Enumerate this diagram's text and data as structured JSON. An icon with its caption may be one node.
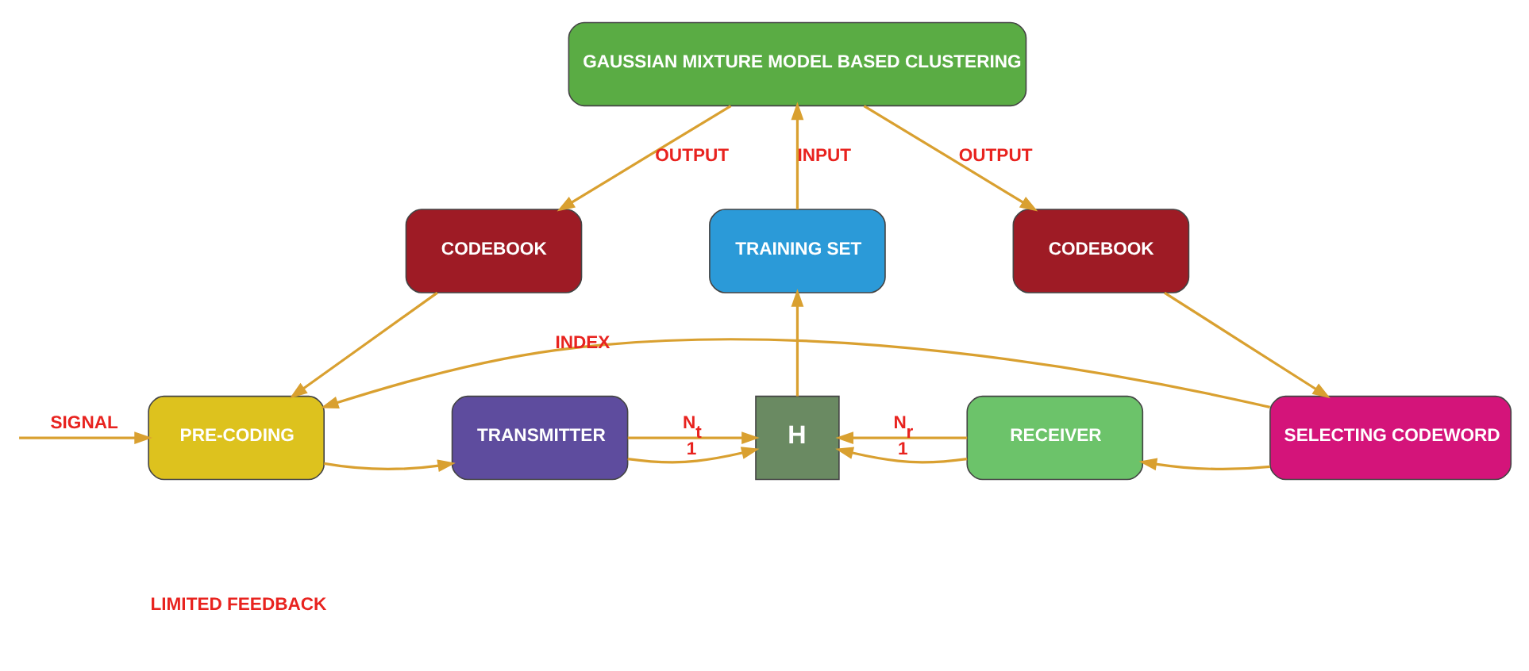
{
  "diagram": {
    "nodes": [
      {
        "text": [
          "GAUSSIAN MIXTURE MODEL BASED CLUSTERING"
        ]
      },
      {
        "text": [
          "CODEBOOK"
        ]
      },
      {
        "text": [
          "TRAINING SET"
        ]
      },
      {
        "text": [
          "CODEBOOK"
        ]
      },
      {
        "text": [
          "PRE-CODING"
        ]
      },
      {
        "text": [
          "TRANSMITTER"
        ]
      },
      {
        "text": [
          "H"
        ]
      },
      {
        "text": [
          "RECEIVER"
        ]
      },
      {
        "text": [
          "SELECTING CODEWORD"
        ]
      }
    ],
    "edges": [
      {
        "from": 0,
        "to": 1,
        "arrow": "to",
        "label": "OUTPUT"
      },
      {
        "from": 0,
        "to": 3,
        "arrow": "to",
        "label": "OUTPUT"
      },
      {
        "from": 2,
        "to": 0,
        "arrow": "to",
        "label": "INPUT"
      },
      {
        "from": 1,
        "to": 4,
        "arrow": "to"
      },
      {
        "from": 3,
        "to": 8,
        "arrow": "to"
      },
      {
        "from": null,
        "to": 4,
        "arrow": "to",
        "label": "SIGNAL"
      },
      {
        "from": 4,
        "to": 5,
        "arrow": "to"
      },
      {
        "from": 5,
        "to": 6,
        "arrow": "to",
        "label": "1"
      },
      {
        "from": 5,
        "to": 6,
        "arrow": "to",
        "label": "N$_{t}$"
      },
      {
        "from": 6,
        "to": 2,
        "arrow": "to"
      },
      {
        "from": 7,
        "to": 6,
        "arrow": "to",
        "label": "1"
      },
      {
        "from": 7,
        "to": 6,
        "arrow": "to",
        "label": "N$_{r}$"
      },
      {
        "from": 8,
        "to": 7,
        "arrow": "to"
      },
      {
        "from": 8,
        "to": 4,
        "arrow": "to",
        "label": "INDEX"
      }
    ],
    "labels": [
      "LIMITED FEEDBACK"
    ]
  }
}
